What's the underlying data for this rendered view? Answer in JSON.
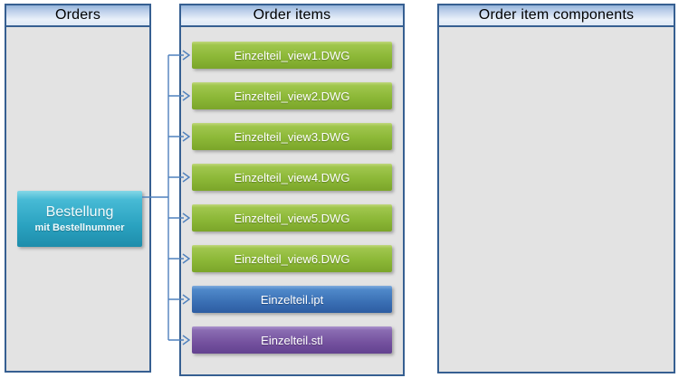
{
  "panels": {
    "orders": {
      "title": "Orders"
    },
    "order_items": {
      "title": "Order items",
      "items": [
        {
          "label": "Einzelteil_view1.DWG",
          "variant": "green"
        },
        {
          "label": "Einzelteil_view2.DWG",
          "variant": "green"
        },
        {
          "label": "Einzelteil_view3.DWG",
          "variant": "green"
        },
        {
          "label": "Einzelteil_view4.DWG",
          "variant": "green"
        },
        {
          "label": "Einzelteil_view5.DWG",
          "variant": "green"
        },
        {
          "label": "Einzelteil_view6.DWG",
          "variant": "green"
        },
        {
          "label": "Einzelteil.ipt",
          "variant": "blue"
        },
        {
          "label": "Einzelteil.stl",
          "variant": "purple"
        }
      ]
    },
    "order_item_components": {
      "title": "Order item components"
    }
  },
  "bestellung": {
    "title": "Bestellung",
    "subtitle": "mit Bestellnummer"
  },
  "colors": {
    "panel_border": "#365f91",
    "panel_body": "#e3e3e3",
    "header_gradient_top": "#93b3da",
    "header_gradient_bottom": "#e9f0f9",
    "header_text": "#000000",
    "connector": "#4f81bd",
    "item_green": "#8cb837",
    "item_blue": "#3a6fb4",
    "item_purple": "#74519e",
    "node_teal": "#2aa2c0",
    "item_text": "#ffffff"
  }
}
